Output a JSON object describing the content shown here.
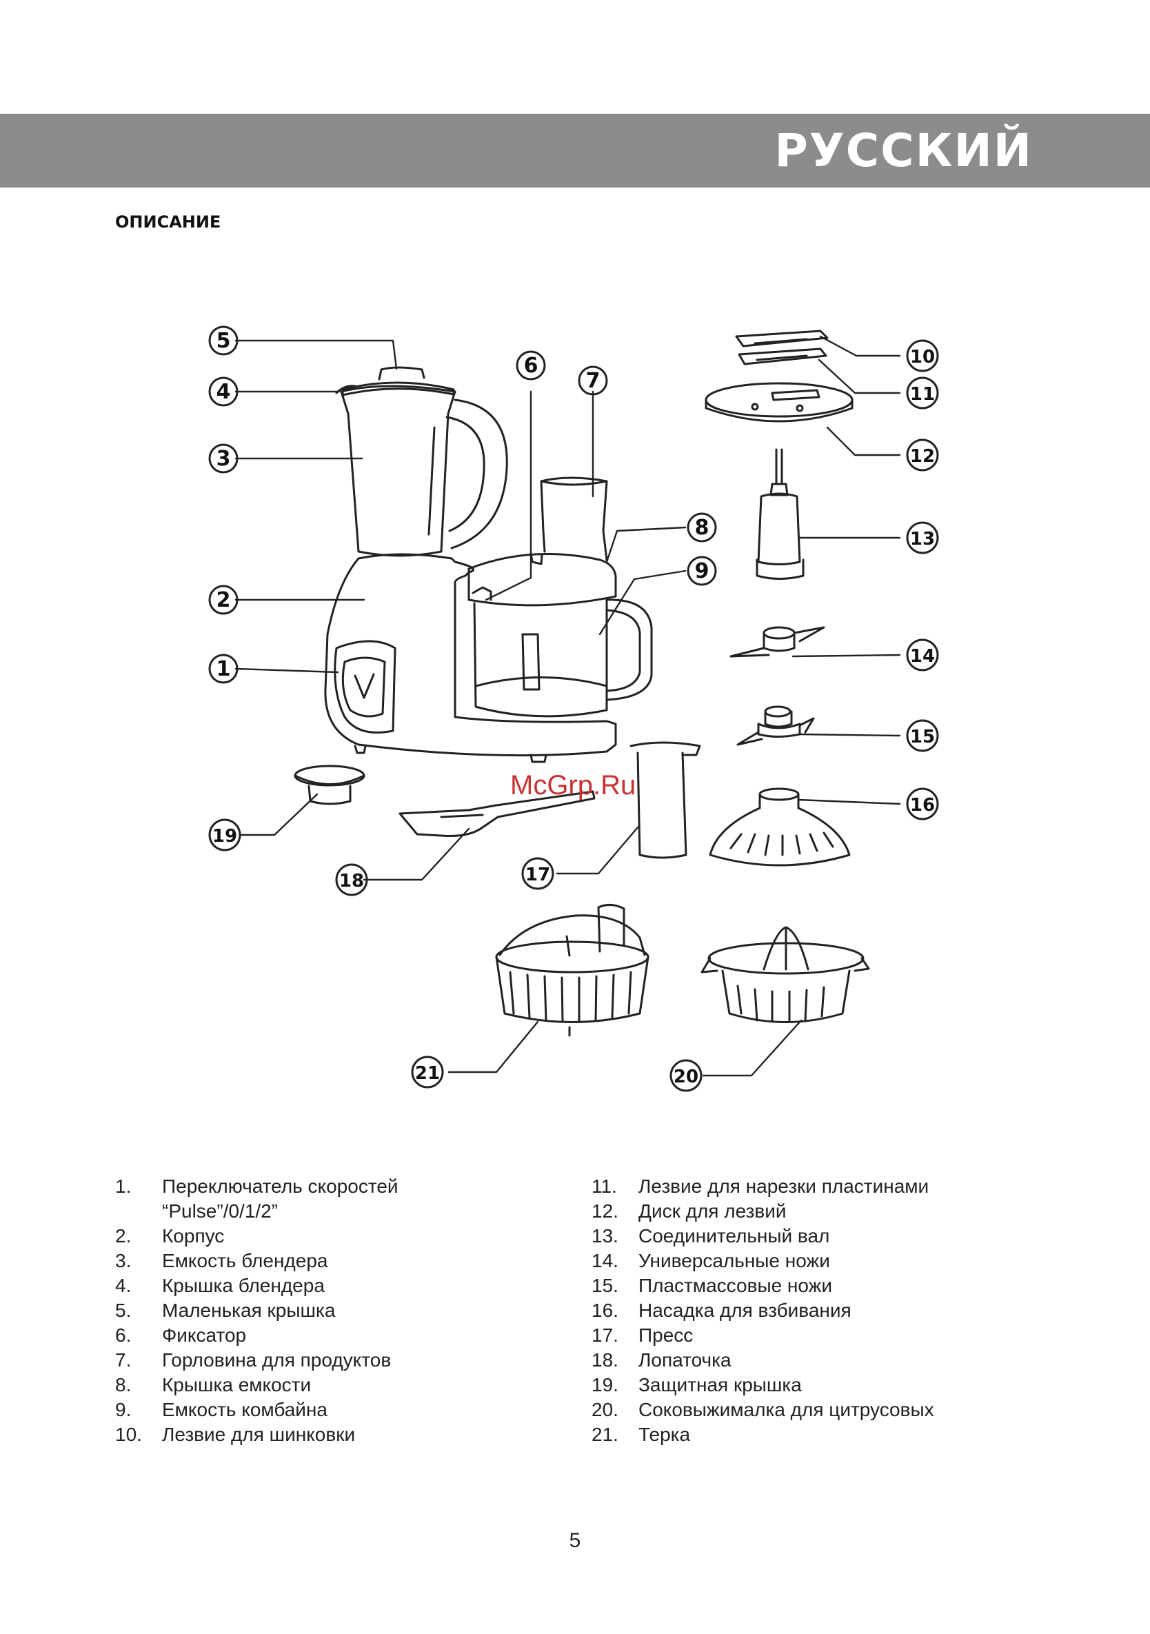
{
  "header": {
    "language": "РУССКИЙ",
    "bar_color": "#8c8c8c"
  },
  "section_title": "ОПИСАНИЕ",
  "watermark": "McGrp.Ru",
  "diagram": {
    "callouts": [
      "1",
      "2",
      "3",
      "4",
      "5",
      "6",
      "7",
      "8",
      "9",
      "10",
      "11",
      "12",
      "13",
      "14",
      "15",
      "16",
      "17",
      "18",
      "19",
      "20",
      "21"
    ]
  },
  "parts_left": [
    {
      "num": "1.",
      "label": "Переключатель  скоростей\n“Pulse”/0/1/2”"
    },
    {
      "num": "2.",
      "label": "Корпус"
    },
    {
      "num": "3.",
      "label": "Емкость блендера"
    },
    {
      "num": "4.",
      "label": "Крышка блендера"
    },
    {
      "num": "5.",
      "label": "Маленькая крышка"
    },
    {
      "num": "6.",
      "label": "Фиксатор"
    },
    {
      "num": "7.",
      "label": "Горловина для продуктов"
    },
    {
      "num": "8.",
      "label": "Крышка емкости"
    },
    {
      "num": "9.",
      "label": "Емкость комбайна"
    },
    {
      "num": "10.",
      "label": "Лезвие для шинковки"
    }
  ],
  "parts_right": [
    {
      "num": "11.",
      "label": "Лезвие для нарезки пластинами"
    },
    {
      "num": "12.",
      "label": "Диск для лезвий"
    },
    {
      "num": "13.",
      "label": "Соединительный  вал"
    },
    {
      "num": "14.",
      "label": "Универсальные ножи"
    },
    {
      "num": "15.",
      "label": "Пластмассовые ножи"
    },
    {
      "num": "16.",
      "label": "Насадка для взбивания"
    },
    {
      "num": "17.",
      "label": "Пресс"
    },
    {
      "num": "18.",
      "label": "Лопаточка"
    },
    {
      "num": "19.",
      "label": "Защитная крышка"
    },
    {
      "num": "20.",
      "label": "Соковыжималка для цитрусовых"
    },
    {
      "num": "21.",
      "label": "Терка"
    }
  ],
  "page_number": "5"
}
